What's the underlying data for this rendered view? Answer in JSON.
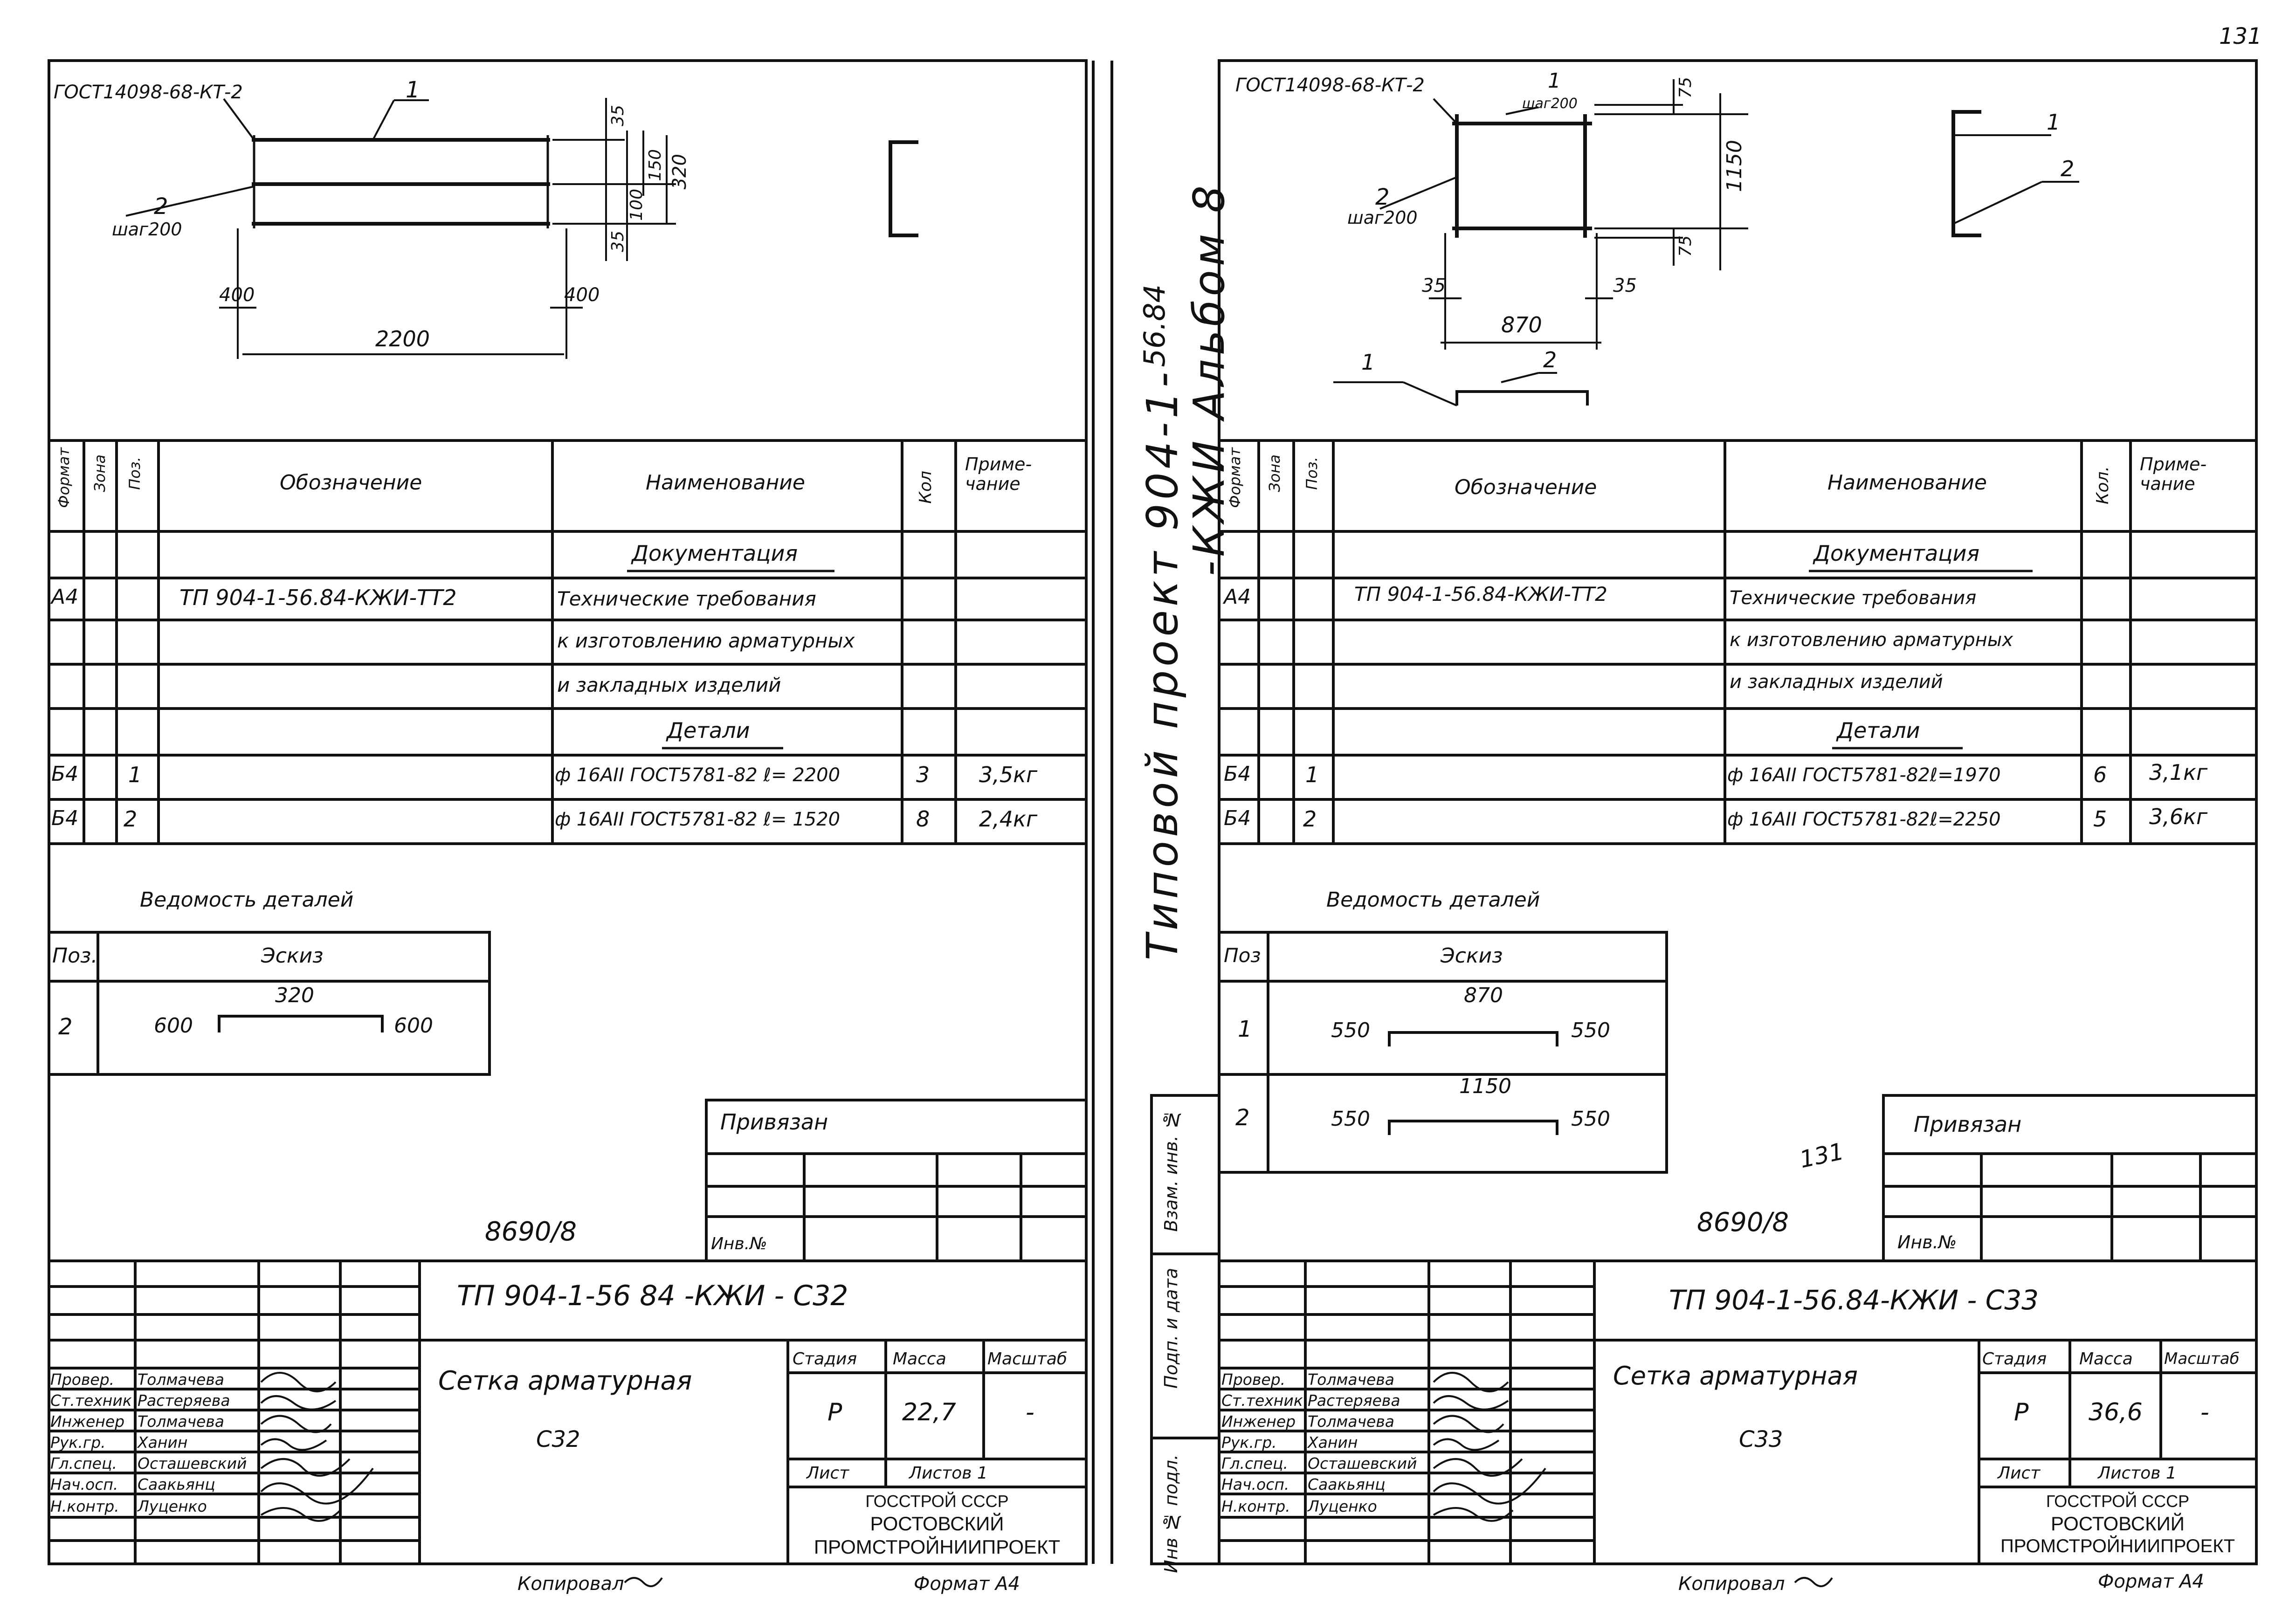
{
  "page_number": "131",
  "spine": {
    "line1": "Типовой  проект  904-1-",
    "line1b": "56.84",
    "line2": "-КЖИ  Альбом 8"
  },
  "side_stamp": {
    "inv_orig": "Инв № подл.",
    "sign_date": "Подп. и дата",
    "vzam_inv": "Взам. инв. №"
  },
  "left": {
    "sketch": {
      "gost": "ГОСТ14098-68-КТ-2",
      "pos1": "1",
      "pos2": "2",
      "step": "шаг200",
      "dim_35a": "35",
      "dim_150": "150",
      "dim_100": "100",
      "dim_35b": "35",
      "dim_320": "320",
      "dim_400a": "400",
      "dim_400b": "400",
      "dim_2200": "2200"
    },
    "spec": {
      "headers": {
        "format": "Формат",
        "zone": "Зона",
        "pos": "Поз.",
        "designation": "Обозначение",
        "name": "Наименование",
        "qty": "Кол",
        "note": "Приме-\nчание"
      },
      "section_docs": "Документация",
      "doc_format": "А4",
      "doc_designation": "ТП 904-1-56.84-КЖИ-ТТ2",
      "doc_name_1": "Технические требования",
      "doc_name_2": "к изготовлению арматурных",
      "doc_name_3": "и закладных изделий",
      "section_details": "Детали",
      "rows": [
        {
          "format": "Б4",
          "pos": "1",
          "name": "ф 16АII ГОСТ5781-82 ℓ= 2200",
          "qty": "3",
          "note": "3,5кг"
        },
        {
          "format": "Б4",
          "pos": "2",
          "name": "ф 16АII ГОСТ5781-82 ℓ= 1520",
          "qty": "8",
          "note": "2,4кг"
        }
      ]
    },
    "vedomost": {
      "title": "Ведомость деталей",
      "col_pos": "Поз.",
      "col_sketch": "Эскиз",
      "rows": [
        {
          "pos": "2",
          "left": "600",
          "mid": "320",
          "right": "600"
        }
      ]
    },
    "privyazan": "Привязан",
    "inv_no": "Инв.№",
    "archive": "8690/8",
    "title_block": {
      "code": "ТП 904-1-56 84 -КЖИ - С32",
      "name_1": "Сетка арматурная",
      "name_2": "С32",
      "stage_h": "Стадия",
      "mass_h": "Масса",
      "scale_h": "Масштаб",
      "stage": "Р",
      "mass": "22,7",
      "scale": "-",
      "sheet": "Лист",
      "sheets": "Листов 1",
      "org_1": "ГОССТРОЙ СССР",
      "org_2": "РОСТОВСКИЙ",
      "org_3": "ПРОМСТРОЙНИИПРОЕКТ",
      "people": [
        {
          "role": "Провер.",
          "name": "Толмачева"
        },
        {
          "role": "Ст.техник",
          "name": "Растеряева"
        },
        {
          "role": "Инженер",
          "name": "Толмачева"
        },
        {
          "role": "Рук.гр.",
          "name": "Ханин"
        },
        {
          "role": "Гл.спец.",
          "name": "Осташевский"
        },
        {
          "role": "Нач.осп.",
          "name": "Саакьянц"
        },
        {
          "role": "Н.контр.",
          "name": "Луценко"
        }
      ]
    },
    "copied": "Копировал",
    "format": "Формат А4"
  },
  "right": {
    "sketch": {
      "gost": "ГОСТ14098-68-КТ-2",
      "pos1": "1",
      "pos2": "2",
      "step_top": "шаг200",
      "step": "шаг200",
      "dim_75a": "75",
      "dim_1150": "1150",
      "dim_75b": "75",
      "dim_35a": "35",
      "dim_35b": "35",
      "dim_870": "870",
      "pos1b": "1",
      "pos2b": "2",
      "side_1": "1",
      "side_2": "2"
    },
    "spec": {
      "headers": {
        "format": "Формат",
        "zone": "Зона",
        "pos": "Поз.",
        "designation": "Обозначение",
        "name": "Наименование",
        "qty": "Кол.",
        "note": "Приме-\nчание"
      },
      "section_docs": "Документация",
      "doc_format": "А4",
      "doc_designation": "ТП 904-1-56.84-КЖИ-ТТ2",
      "doc_name_1": "Технические требования",
      "doc_name_2": "к изготовлению арматурных",
      "doc_name_3": "и закладных изделий",
      "section_details": "Детали",
      "rows": [
        {
          "format": "Б4",
          "pos": "1",
          "name": "ф 16АII ГОСТ5781-82ℓ=1970",
          "qty": "6",
          "note": "3,1кг"
        },
        {
          "format": "Б4",
          "pos": "2",
          "name": "ф 16АII ГОСТ5781-82ℓ=2250",
          "qty": "5",
          "note": "3,6кг"
        }
      ]
    },
    "vedomost": {
      "title": "Ведомость деталей",
      "col_pos": "Поз",
      "col_sketch": "Эскиз",
      "rows": [
        {
          "pos": "1",
          "left": "550",
          "mid": "870",
          "right": "550"
        },
        {
          "pos": "2",
          "left": "550",
          "mid": "1150",
          "right": "550"
        }
      ]
    },
    "privyazan": "Привязан",
    "inv_no": "Инв.№",
    "archive": "8690/8",
    "stamp_131": "131",
    "title_block": {
      "code": "ТП 904-1-56.84-КЖИ - С33",
      "name_1": "Сетка арматурная",
      "name_2": "С33",
      "stage_h": "Стадия",
      "mass_h": "Масса",
      "scale_h": "Масштаб",
      "stage": "Р",
      "mass": "36,6",
      "scale": "-",
      "sheet": "Лист",
      "sheets": "Листов 1",
      "org_1": "ГОССТРОЙ СССР",
      "org_2": "РОСТОВСКИЙ",
      "org_3": "ПРОМСТРОЙНИИПРОЕКТ",
      "people": [
        {
          "role": "Провер.",
          "name": "Толмачева"
        },
        {
          "role": "Ст.техник",
          "name": "Растеряева"
        },
        {
          "role": "Инженер",
          "name": "Толмачева"
        },
        {
          "role": "Рук.гр.",
          "name": "Ханин"
        },
        {
          "role": "Гл.спец.",
          "name": "Осташевский"
        },
        {
          "role": "Нач.осп.",
          "name": "Саакьянц"
        },
        {
          "role": "Н.контр.",
          "name": "Луценко"
        }
      ]
    },
    "copied": "Копировал",
    "format": "Формат А4"
  }
}
